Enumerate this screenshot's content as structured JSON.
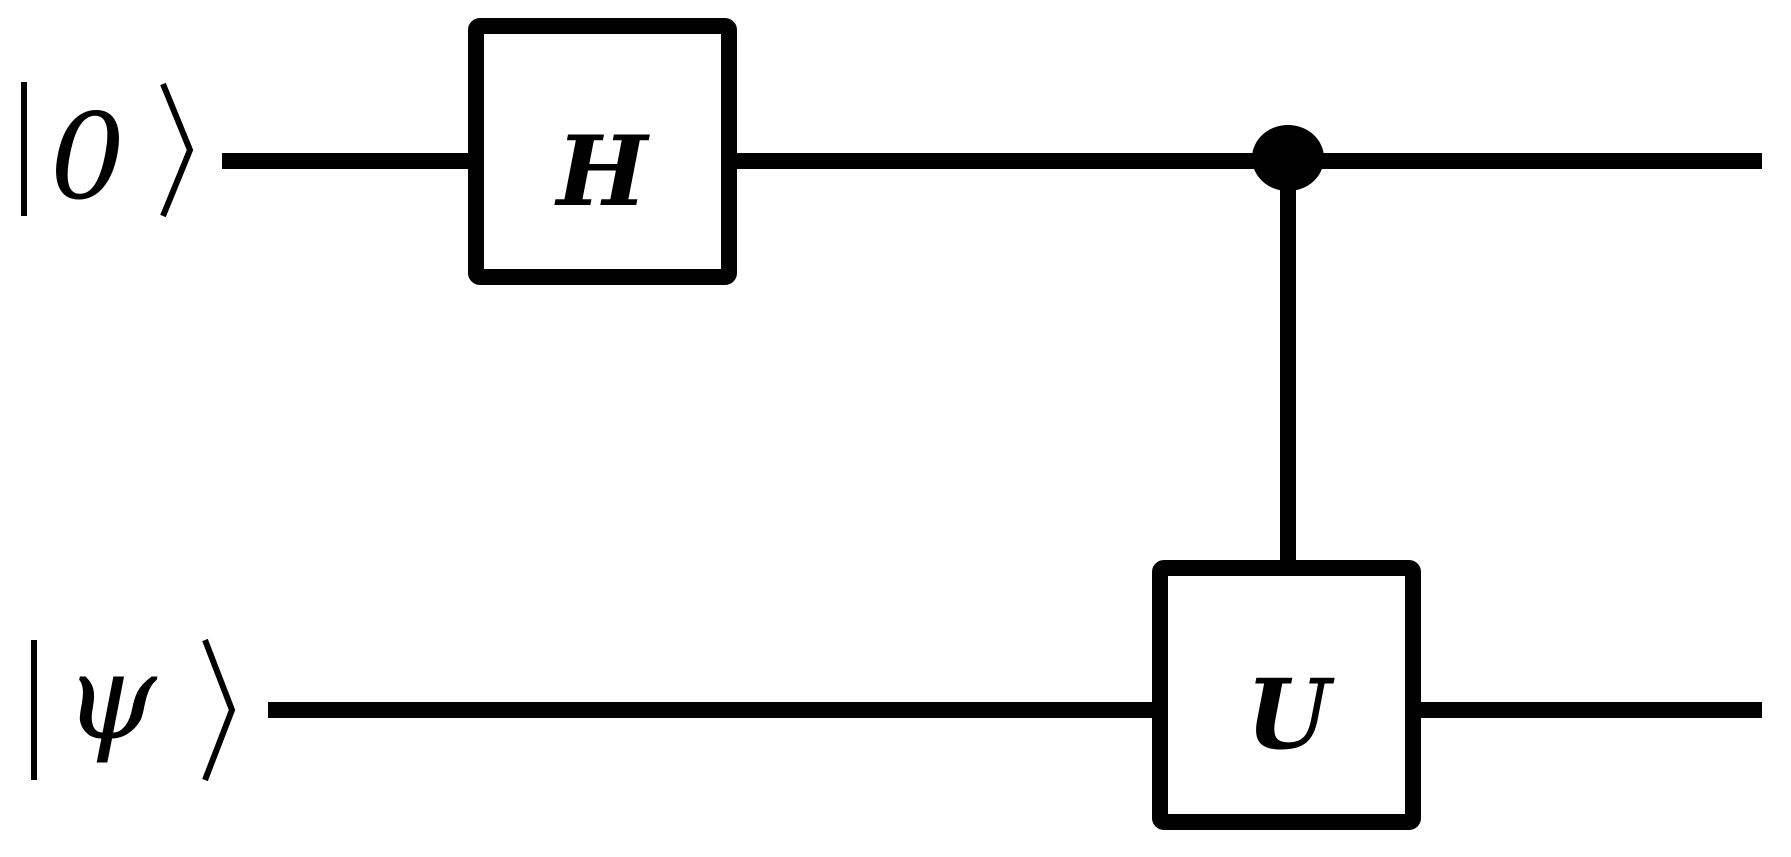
{
  "diagram": {
    "type": "quantum-circuit",
    "qubits": [
      {
        "id": "q0",
        "state_label": "0"
      },
      {
        "id": "q1",
        "state_label": "ψ"
      }
    ],
    "gates": [
      {
        "id": "h",
        "label": "H",
        "target": "q0",
        "kind": "single"
      },
      {
        "id": "cu",
        "label": "U",
        "target": "q1",
        "control": "q0",
        "kind": "controlled"
      }
    ]
  },
  "colors": {
    "line": "#000000",
    "background": "#ffffff"
  }
}
